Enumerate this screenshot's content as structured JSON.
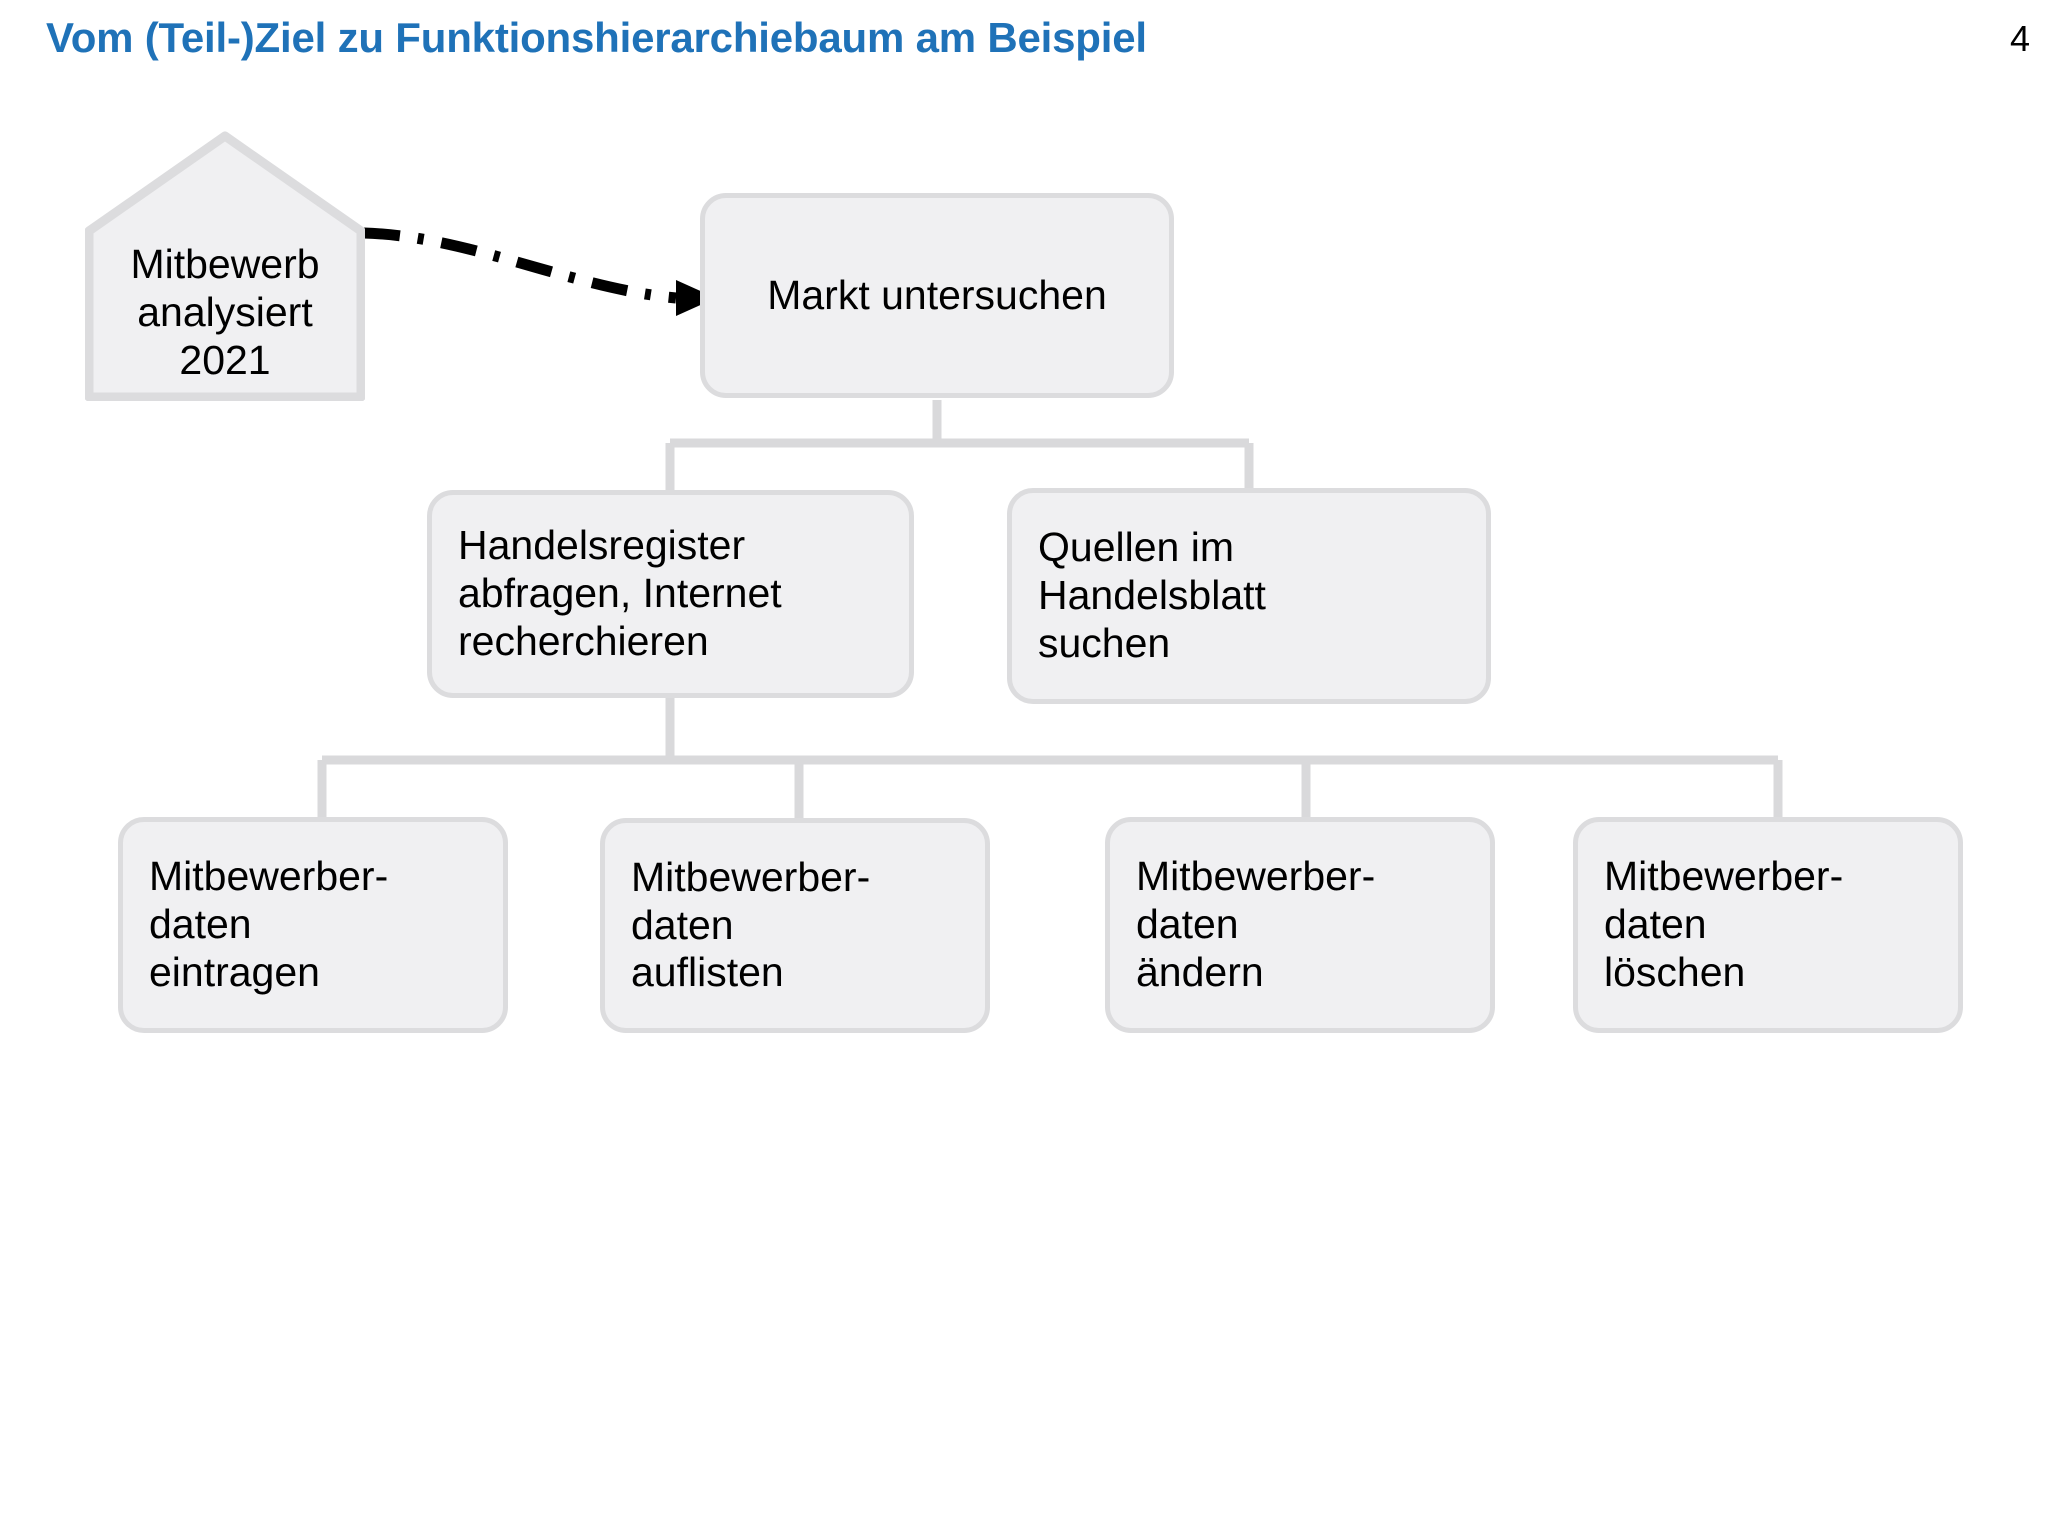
{
  "slide": {
    "title": "Vom (Teil-)Ziel zu Funktionshierarchiebaum am Beispiel",
    "page_number": "4",
    "title_color": "#1F72B8",
    "node_fill": "#F0F0F2",
    "node_border": "#DCDCDE",
    "connector_color": "#D9D9DB",
    "arrow_color": "#000000",
    "text_color": "#000000",
    "background": "#FFFFFF"
  },
  "diagram": {
    "type": "function-hierarchy-tree",
    "goal": {
      "label": "Mitbewerb\nanalysiert\n2021",
      "shape": "pentagon-house"
    },
    "root": {
      "label": "Markt untersuchen"
    },
    "level2": [
      {
        "label": "Handelsregister\nabfragen, Internet\nrecherchieren"
      },
      {
        "label": "Quellen im\nHandelsblatt\nsuchen"
      }
    ],
    "level3": [
      {
        "label": "Mitbewerber-\ndaten\neintragen"
      },
      {
        "label": "Mitbewerber-\ndaten\nauflisten"
      },
      {
        "label": "Mitbewerber-\ndaten\nändern"
      },
      {
        "label": "Mitbewerber-\ndaten\nlöschen"
      }
    ],
    "relation_goal_to_root": {
      "style": "dash-dot",
      "has_arrowhead": true
    }
  }
}
